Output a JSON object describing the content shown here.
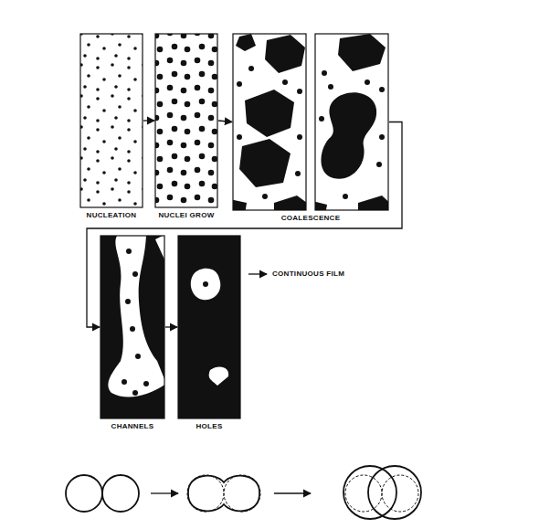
{
  "diagram": {
    "nodes": [
      {
        "text": [
          "NUCLEATION"
        ]
      },
      {
        "text": [
          "NUCLEI GROW"
        ]
      },
      {
        "text": [
          "COALESCENCE"
        ]
      },
      {
        "text": [
          "CHANNELS"
        ]
      },
      {
        "text": [
          "HOLES"
        ]
      }
    ],
    "edges": [
      {
        "from": 0,
        "to": 1,
        "arrow": "to"
      },
      {
        "from": 1,
        "to": 2,
        "arrow": "to"
      },
      {
        "from": 2,
        "to": 3,
        "arrow": "to"
      },
      {
        "from": 3,
        "to": 4,
        "arrow": "to"
      }
    ],
    "labels": [
      "CONTINUOUS FILM"
    ]
  }
}
